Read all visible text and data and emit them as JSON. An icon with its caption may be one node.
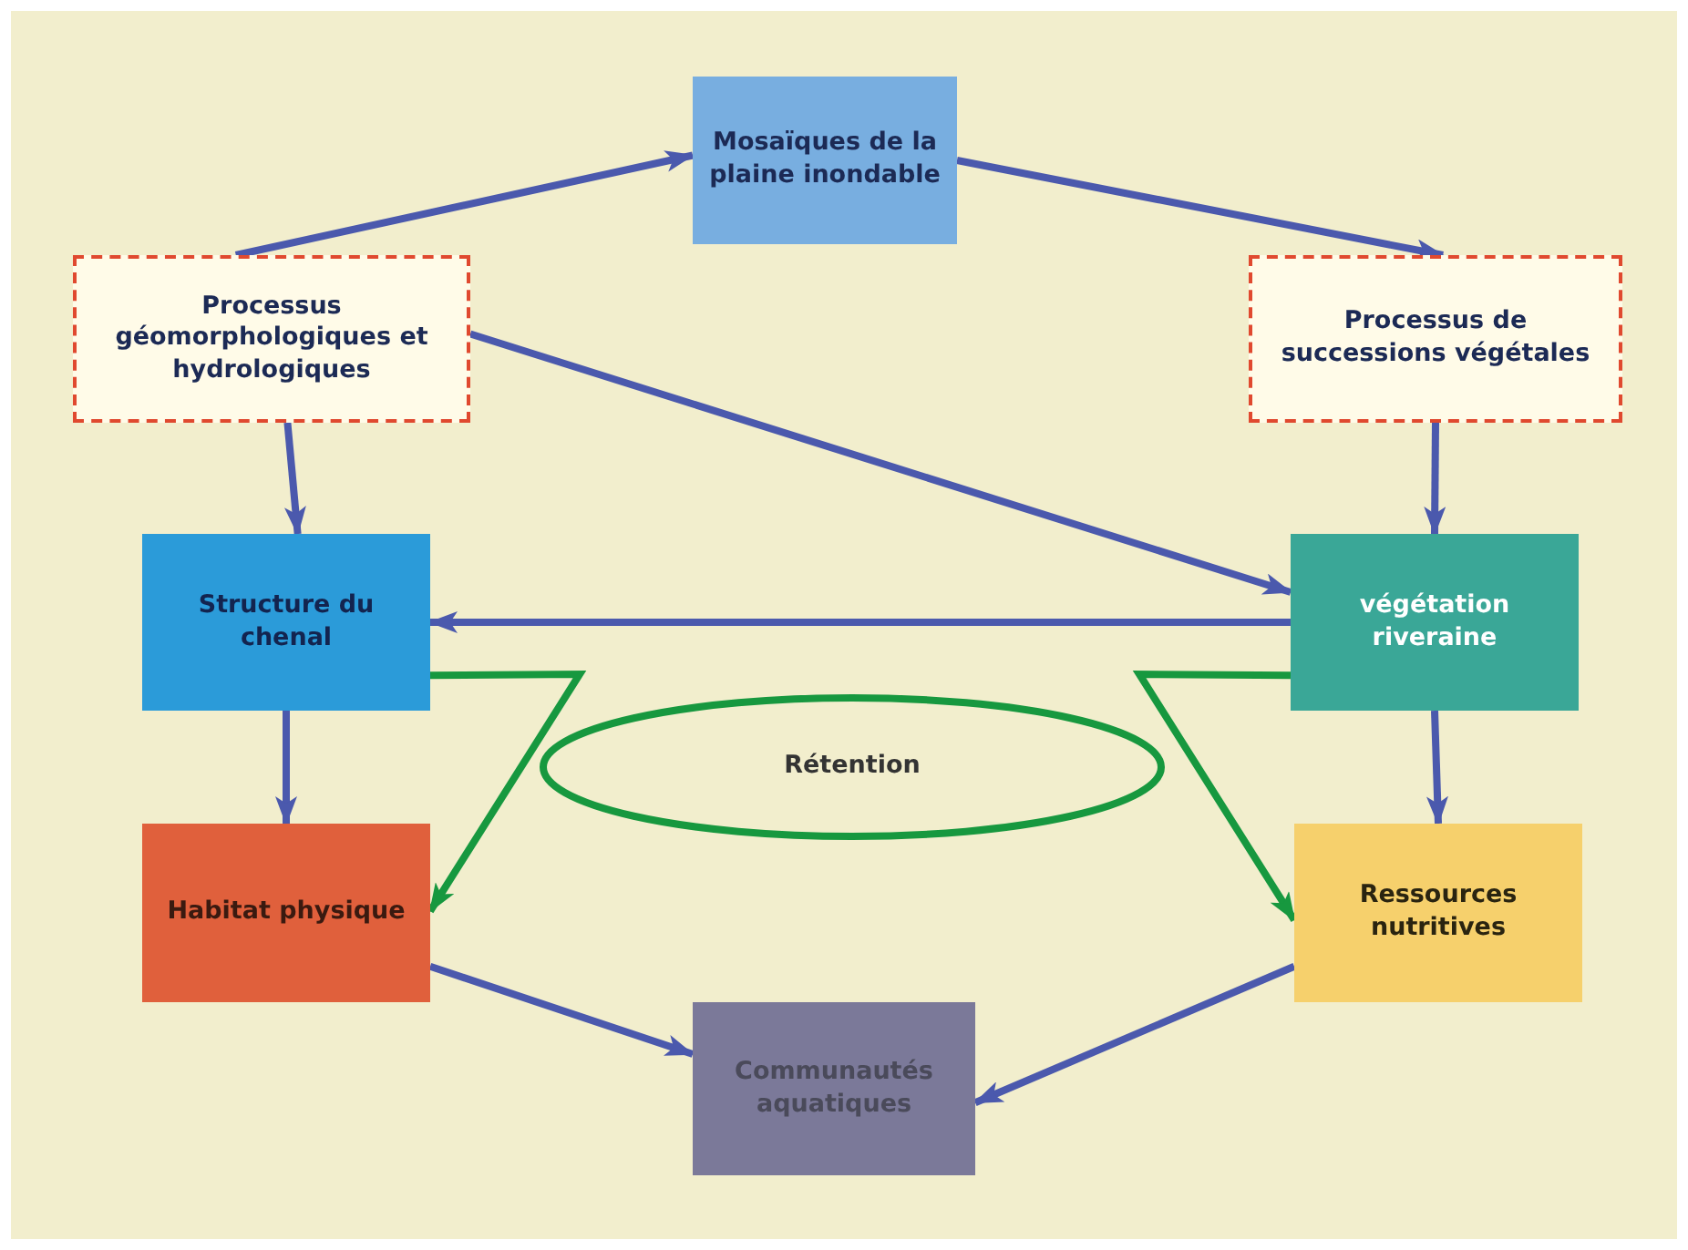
{
  "diagram": {
    "nodes": [
      {
        "text": [
          "Mosaïques de la plaine inondable"
        ]
      },
      {
        "text": [
          "Processus géomorphologiques et hydrologiques"
        ]
      },
      {
        "text": [
          "Processus de successions végétales"
        ]
      },
      {
        "text": [
          "Structure du chenal"
        ]
      },
      {
        "text": [
          "végétation riveraine"
        ]
      },
      {
        "text": [
          "Rétention"
        ]
      },
      {
        "text": [
          "Habitat physique"
        ]
      },
      {
        "text": [
          "Ressources nutritives"
        ]
      },
      {
        "text": [
          "Communautés aquatiques"
        ]
      }
    ],
    "edges": [
      {
        "from": 1,
        "to": 0,
        "arrow": "to"
      },
      {
        "from": 0,
        "to": 2,
        "arrow": "to"
      },
      {
        "from": 1,
        "to": 4,
        "arrow": "to"
      },
      {
        "from": 1,
        "to": 3,
        "arrow": "to"
      },
      {
        "from": 2,
        "to": 4,
        "arrow": "to"
      },
      {
        "from": 4,
        "to": 3,
        "arrow": "to"
      },
      {
        "from": 3,
        "to": 6,
        "arrow": "to"
      },
      {
        "from": 4,
        "to": 7,
        "arrow": "to"
      },
      {
        "from": 6,
        "to": 8,
        "arrow": "to"
      },
      {
        "from": 7,
        "to": 8,
        "arrow": "to"
      },
      {
        "from": 3,
        "to": 6,
        "arrow": "to",
        "color": "#17983f"
      },
      {
        "from": 4,
        "to": 7,
        "arrow": "to",
        "color": "#17983f"
      }
    ]
  }
}
